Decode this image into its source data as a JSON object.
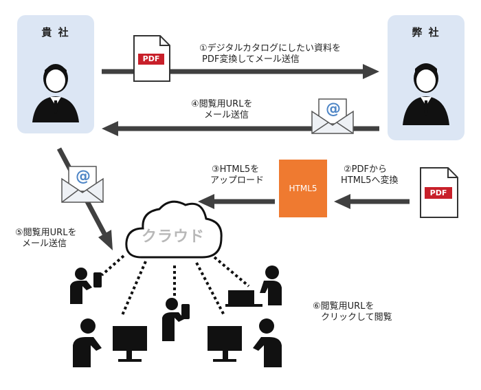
{
  "left_party": {
    "title": "貴 社"
  },
  "right_party": {
    "title": "弊 社"
  },
  "steps": {
    "step1": {
      "line1": "①デジタルカタログにしたい資料を",
      "line2": "PDF変換してメール送信"
    },
    "step2": {
      "line1": "②PDFから",
      "line2": "HTML5へ変換"
    },
    "step3": {
      "line1": "③HTML5を",
      "line2": "アップロード"
    },
    "step4": {
      "line1": "④閲覧用URLを",
      "line2": "メール送信"
    },
    "step5": {
      "line1": "⑤閲覧用URLを",
      "line2": "メール送信"
    },
    "step6": {
      "line1": "⑥閲覧用URLを",
      "line2": "クリックして閲覧"
    }
  },
  "cloud": {
    "label": "クラウド"
  },
  "html5_box": {
    "label": "HTML5"
  },
  "pdf_icon": {
    "label": "PDF"
  },
  "mail_icon": {
    "symbol": "@"
  },
  "colors": {
    "box_fill": "#dce6f4",
    "arrow": "#404040",
    "pdf_red": "#c8202a",
    "html5_orange": "#ef7a30",
    "mail_blue": "#4f86c6"
  }
}
